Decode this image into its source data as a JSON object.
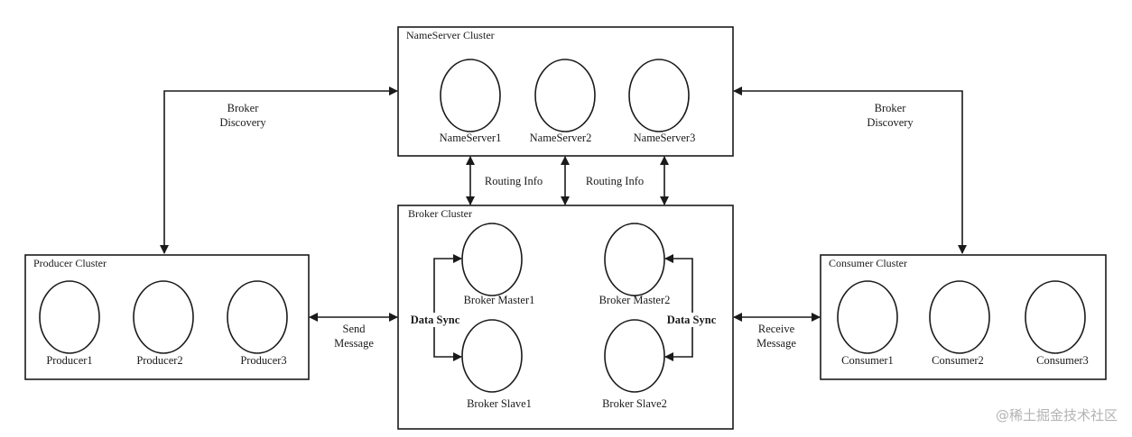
{
  "clusters": {
    "nameserver": {
      "title": "NameServer Cluster",
      "nodes": [
        "NameServer1",
        "NameServer2",
        "NameServer3"
      ]
    },
    "broker": {
      "title": "Broker Cluster",
      "nodes": [
        "Broker Master1",
        "Broker Master2",
        "Broker Slave1",
        "Broker Slave2"
      ]
    },
    "producer": {
      "title": "Producer Cluster",
      "nodes": [
        "Producer1",
        "Producer2",
        "Producer3"
      ]
    },
    "consumer": {
      "title": "Consumer Cluster",
      "nodes": [
        "Consumer1",
        "Consumer2",
        "Consumer3"
      ]
    }
  },
  "edges": {
    "broker_discovery_left": [
      "Broker",
      "Discovery"
    ],
    "broker_discovery_right": [
      "Broker",
      "Discovery"
    ],
    "routing_info_1": "Routing Info",
    "routing_info_2": "Routing Info",
    "send_message": [
      "Send",
      "Message"
    ],
    "receive_message": [
      "Receive",
      "Message"
    ],
    "data_sync_left": "Data Sync",
    "data_sync_right": "Data Sync"
  },
  "watermark": "@稀土掘金技术社区",
  "colors": {
    "stroke": "#1a1a1a",
    "background": "#ffffff",
    "watermark": "#b3b3b3"
  }
}
